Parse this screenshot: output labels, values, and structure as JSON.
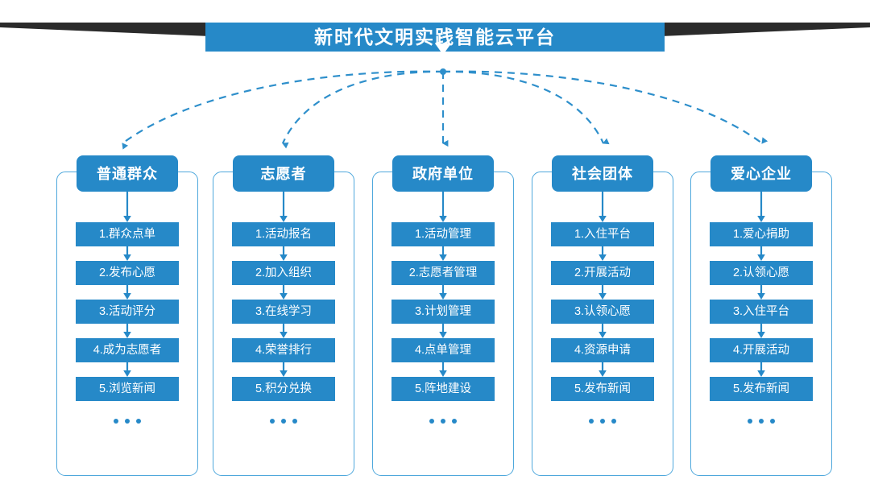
{
  "header": {
    "title": "新时代文明实践智能云平台",
    "banner_color": "#2689C8",
    "banner_shadow_color": "#2b2b2b"
  },
  "theme": {
    "accent": "#2689C8",
    "frame_border": "#4FA8DC",
    "connector": "#2E8FCB",
    "text_on_accent": "#ffffff"
  },
  "columns": [
    {
      "header": "普通群众",
      "items": [
        "1.群众点单",
        "2.发布心愿",
        "3.活动评分",
        "4.成为志愿者",
        "5.浏览新闻"
      ],
      "ellipsis": "•••"
    },
    {
      "header": "志愿者",
      "items": [
        "1.活动报名",
        "2.加入组织",
        "3.在线学习",
        "4.荣誉排行",
        "5.积分兑换"
      ],
      "ellipsis": "•••"
    },
    {
      "header": "政府单位",
      "items": [
        "1.活动管理",
        "2.志愿者管理",
        "3.计划管理",
        "4.点单管理",
        "5.阵地建设"
      ],
      "ellipsis": "•••"
    },
    {
      "header": "社会团体",
      "items": [
        "1.入住平台",
        "2.开展活动",
        "3.认领心愿",
        "4.资源申请",
        "5.发布新闻"
      ],
      "ellipsis": "•••"
    },
    {
      "header": "爱心企业",
      "items": [
        "1.爱心捐助",
        "2.认领心愿",
        "3.入住平台",
        "4.开展活动",
        "5.发布新闻"
      ],
      "ellipsis": "•••"
    }
  ]
}
